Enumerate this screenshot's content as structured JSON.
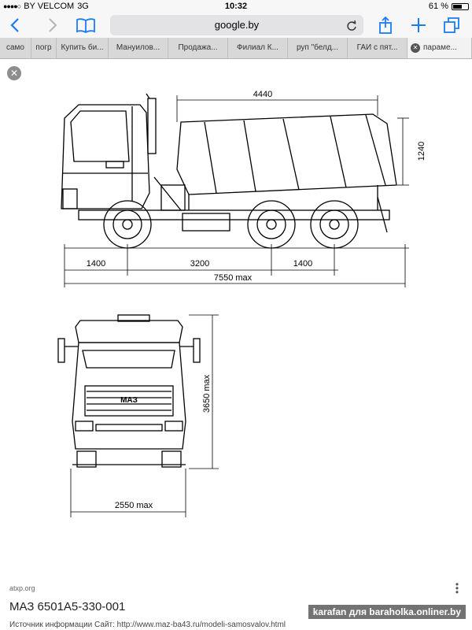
{
  "status_bar": {
    "carrier": "BY VELCOM",
    "network": "3G",
    "time": "10:32",
    "battery_percent": "61 %",
    "battery_level": 0.61
  },
  "browser": {
    "url": "google.by",
    "back_icon": "chevron-left-icon",
    "forward_icon": "chevron-right-icon",
    "bookmarks_icon": "book-icon",
    "reload_icon": "reload-icon",
    "share_icon": "share-icon",
    "new_tab_icon": "plus-icon",
    "tabs_icon": "tabs-icon"
  },
  "tabs": [
    {
      "label": "само"
    },
    {
      "label": "погр"
    },
    {
      "label": "Купить би..."
    },
    {
      "label": "Мануилов..."
    },
    {
      "label": "Продажа..."
    },
    {
      "label": "Филиал К..."
    },
    {
      "label": "руп \"белд..."
    },
    {
      "label": "ГАИ с пят..."
    },
    {
      "label": "параме..."
    }
  ],
  "drawing": {
    "dimensions": {
      "body_length": "4440",
      "body_height": "1240",
      "front_overhang": "1400",
      "wheelbase": "3200",
      "rear_axle_spacing": "1400",
      "total_length": "7550 max",
      "height": "3650 max",
      "width": "2550 max"
    },
    "brand_emblem": "МАЗ"
  },
  "result": {
    "domain": "atxp.org",
    "title": "МАЗ 6501А5-330-001",
    "source": "Источник информации Сайт: http://www.maz-ba43.ru/modeli-samosvalov.html",
    "watermark": "karafan для baraholka.onliner.by"
  }
}
